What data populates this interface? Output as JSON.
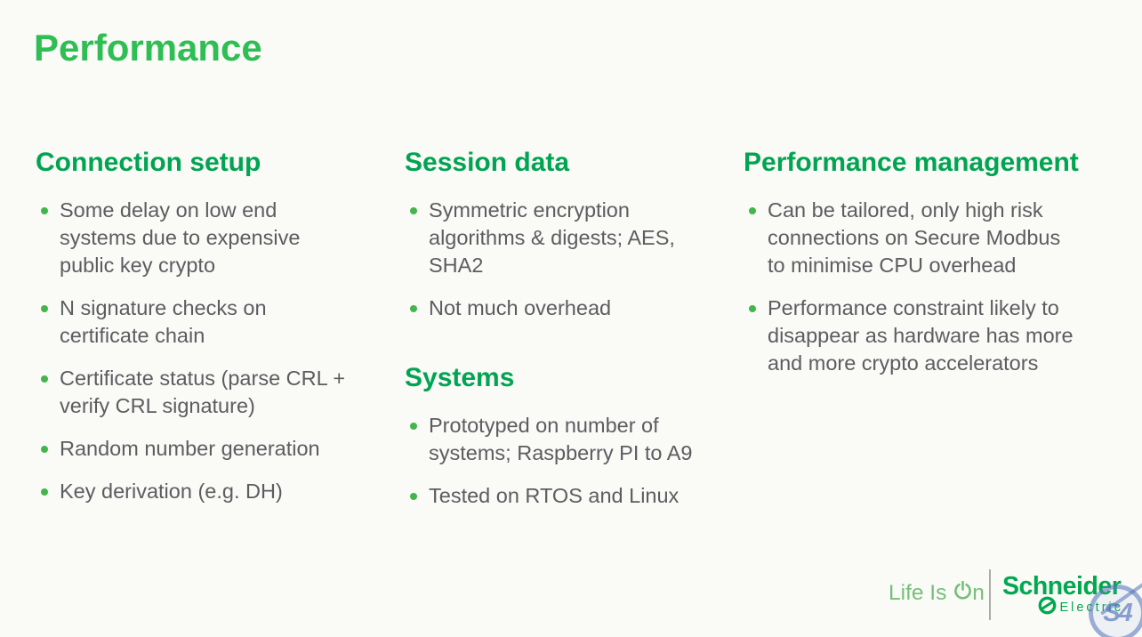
{
  "slide": {
    "title": "Performance",
    "columns": [
      {
        "sections": [
          {
            "heading": "Connection setup",
            "bullets": [
              "Some delay on low end\nsystems due to expensive\npublic key crypto",
              "N signature checks on\ncertificate chain",
              "Certificate status (parse CRL +\nverify CRL signature)",
              "Random number generation",
              "Key derivation (e.g. DH)"
            ]
          }
        ]
      },
      {
        "sections": [
          {
            "heading": "Session data",
            "bullets": [
              "Symmetric encryption\nalgorithms & digests; AES,\nSHA2",
              "Not much overhead"
            ]
          },
          {
            "heading": "Systems",
            "bullets": [
              "Prototyped on number of\nsystems; Raspberry PI to A9",
              "Tested on RTOS and Linux"
            ]
          }
        ]
      },
      {
        "sections": [
          {
            "heading": "Performance management",
            "bullets": [
              "Can be tailored, only high risk\nconnections on Secure Modbus\nto minimise CPU overhead",
              "Performance constraint likely to\ndisappear as hardware has more\nand more crypto accelerators"
            ]
          }
        ]
      }
    ]
  },
  "footer": {
    "tagline_prefix": "Life Is ",
    "tagline_suffix": "n",
    "brand": "Schneider",
    "brand_sub": "Electric",
    "watermark_text": "S4"
  },
  "icons": {
    "power_icon": "power-symbol-as-letter-O-in-On",
    "emblem_icon": "schneider-circular-emblem",
    "bullet_icon": "green-round-bullet"
  },
  "colors": {
    "background": "#FAFAF7",
    "title_green": "#2FBE54",
    "heading_green": "#00A451",
    "body_gray": "#5B5D5F",
    "bullet_green": "#43B54B",
    "tagline_green": "#74C078",
    "brand_green": "#00A94F",
    "divider_gray": "#ABABAB",
    "watermark_blue": "#5372BB"
  }
}
